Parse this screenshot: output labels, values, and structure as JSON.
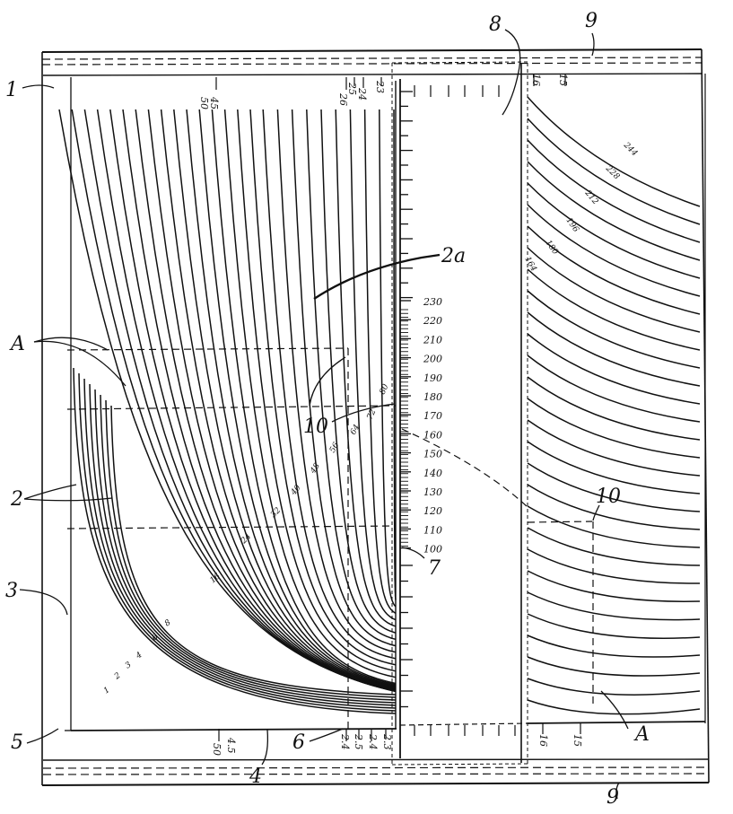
{
  "refs": {
    "r1": "1",
    "r2": "2",
    "r2a": "2a",
    "r3": "3",
    "r4": "4",
    "r5": "5",
    "r6": "6",
    "r7": "7",
    "r8": "8",
    "r9_top": "9",
    "r9_bottom": "9",
    "r10_left": "10",
    "r10_right": "10",
    "rA_left": "A",
    "rA_right": "A"
  },
  "scale_labels": [
    "230",
    "220",
    "210",
    "200",
    "190",
    "180",
    "170",
    "160",
    "150",
    "140",
    "130",
    "120",
    "110",
    "100"
  ],
  "top_labels": {
    "l45": "45",
    "l50": "50",
    "l26": "26",
    "l25": "25",
    "l24": "24",
    "l23": "23",
    "l16": "16",
    "l15": "15"
  },
  "bottom_labels": {
    "b50": "50",
    "b45": "4.5",
    "b24": "2.4",
    "b25": "2.5",
    "b24b": "2.4",
    "b23": "2.3",
    "b16": "16",
    "b15": "15"
  },
  "curve_labels_left": [
    "1",
    "2",
    "3",
    "4",
    "6",
    "8",
    "16",
    "24",
    "32",
    "40",
    "48",
    "56",
    "64",
    "72",
    "80"
  ],
  "curve_labels_right": [
    "244",
    "228",
    "212",
    "196",
    "180",
    "164"
  ],
  "colors": {
    "ink": "#111111",
    "paper": "#ffffff"
  }
}
